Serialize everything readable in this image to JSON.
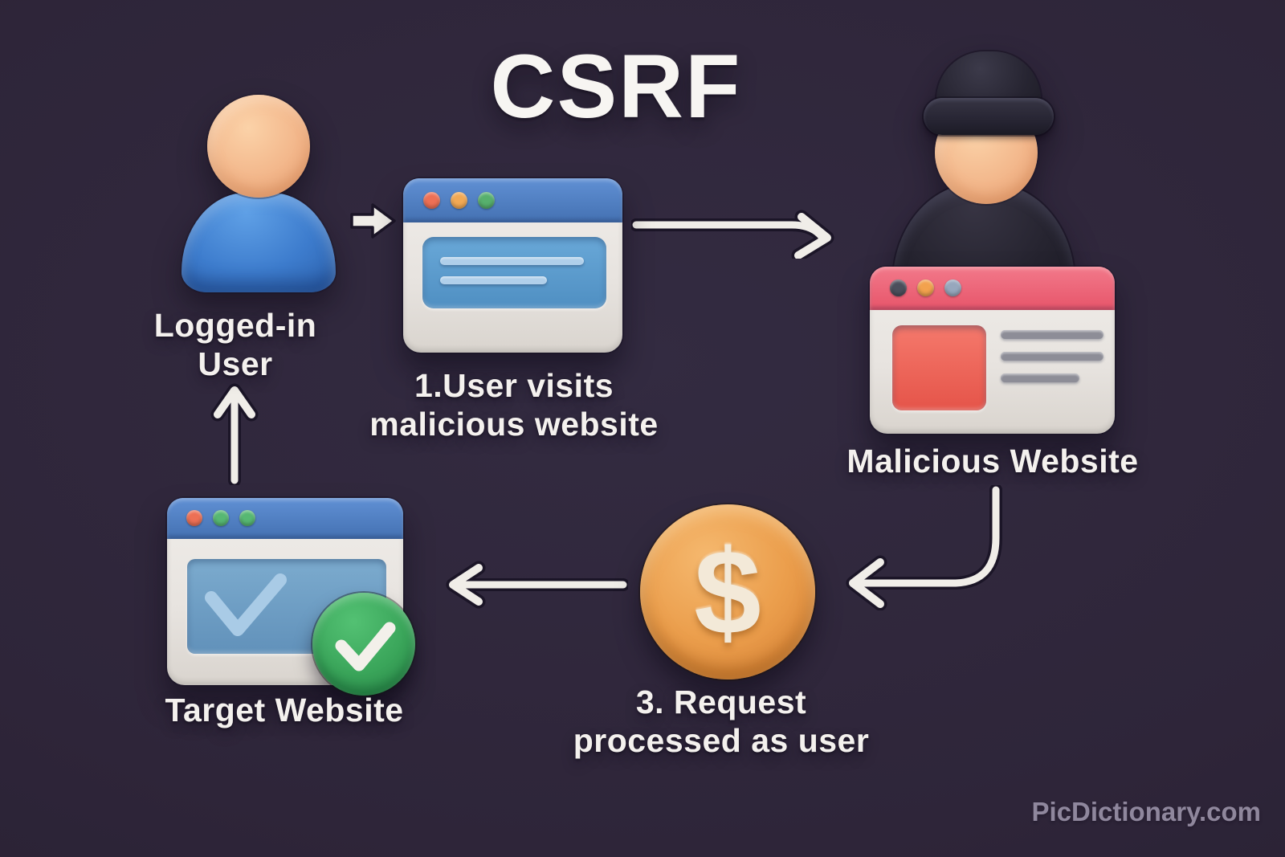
{
  "page": {
    "title": "CSRF",
    "watermark": "PicDictionary.com"
  },
  "diagram": {
    "topic": "CSRF attack flow",
    "nodes": [
      {
        "id": "logged-in-user",
        "icon": "person-icon",
        "label": "Logged-in\nUser"
      },
      {
        "id": "visited-site",
        "icon": "browser-window-icon",
        "label": "1.User visits\nmalicious website"
      },
      {
        "id": "malicious-website",
        "icon": "hacker-browser-icon",
        "label": "Malicious Website"
      },
      {
        "id": "request-coin",
        "icon": "dollar-coin-icon",
        "label": "3. Request\nprocessed as user",
        "symbol": "$"
      },
      {
        "id": "target-website",
        "icon": "approved-browser-icon",
        "label": "Target Website"
      }
    ],
    "colors": {
      "background": "#2e2539",
      "text": "#f4f1ee",
      "arrow": "#f0ede8",
      "user_blue": "#3d7ccd",
      "skin": "#f2b589",
      "browser_titlebar_blue": "#4d7fc3",
      "browser_body": "#eae7e3",
      "browser_content_blue": "#5b9ecf",
      "hacker_dark": "#262430",
      "malicious_titlebar_red": "#ec5f70",
      "malicious_block_red": "#ee6054",
      "gray_line": "#8d8d97",
      "coin_orange": "#eb9e4c",
      "badge_green": "#3aa55a",
      "traffic_red": "#ed7055",
      "traffic_orange": "#f2a954",
      "traffic_green": "#57b06d"
    }
  }
}
